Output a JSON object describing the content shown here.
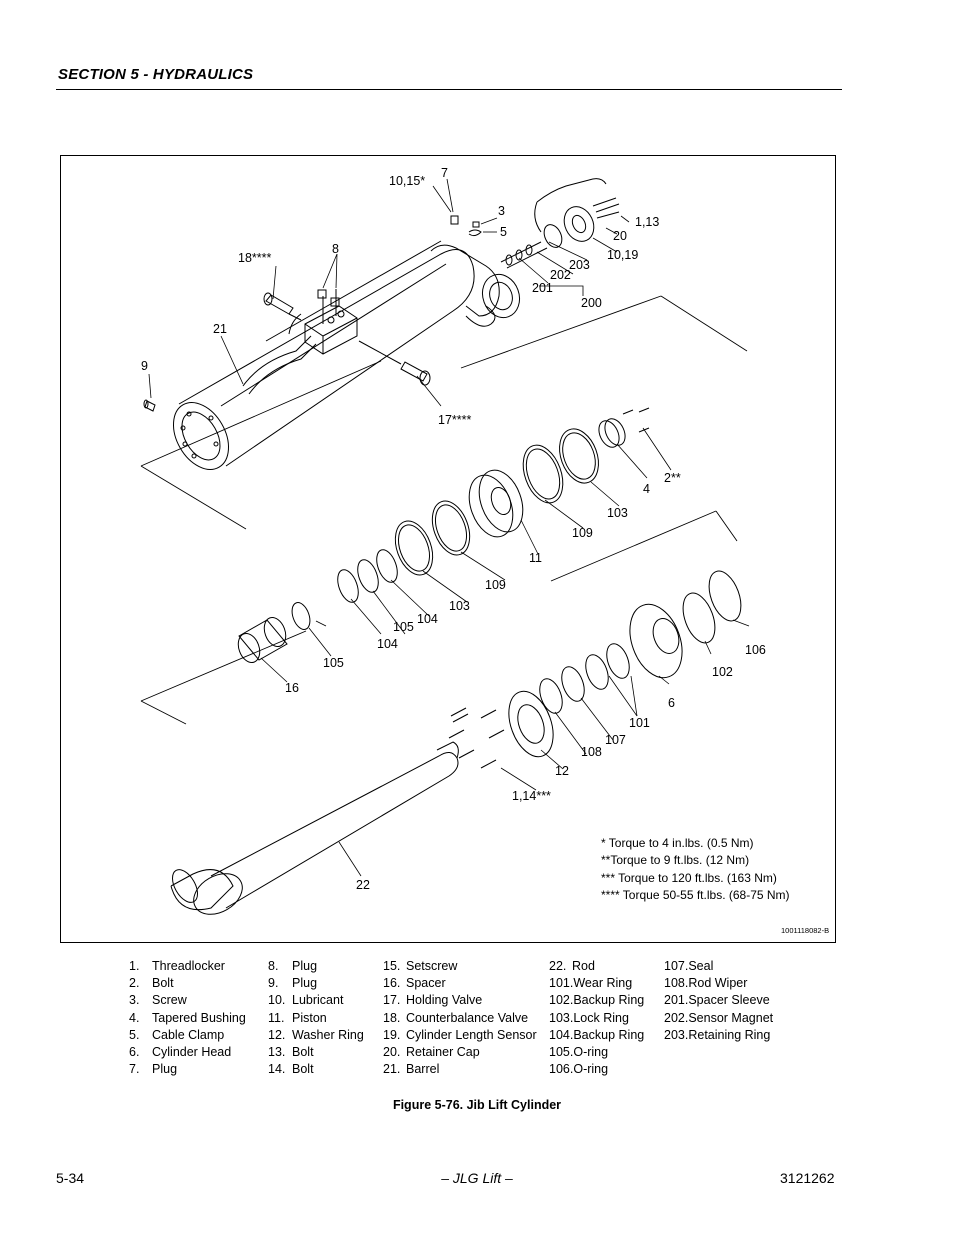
{
  "header": {
    "section_title": "SECTION 5 - HYDRAULICS"
  },
  "figure": {
    "callouts": {
      "c_10_15": "10,15*",
      "c_7": "7",
      "c_3": "3",
      "c_5": "5",
      "c_1_13": "1,13",
      "c_20": "20",
      "c_10_19": "10,19",
      "c_203": "203",
      "c_202": "202",
      "c_201": "201",
      "c_200": "200",
      "c_18": "18****",
      "c_8": "8",
      "c_21": "21",
      "c_9": "9",
      "c_17": "17****",
      "c_4": "4",
      "c_2": "2**",
      "c_103a": "103",
      "c_109a": "109",
      "c_11": "11",
      "c_109b": "109",
      "c_103b": "103",
      "c_104a": "104",
      "c_105a": "105",
      "c_104b": "104",
      "c_105b": "105",
      "c_16": "16",
      "c_106": "106",
      "c_102": "102",
      "c_6": "6",
      "c_101": "101",
      "c_107": "107",
      "c_108": "108",
      "c_12": "12",
      "c_1_14": "1,14***",
      "c_22": "22"
    },
    "notes": [
      "*  Torque to 4 in.lbs. (0.5 Nm)",
      "**Torque to 9 ft.lbs. (12 Nm)",
      "***  Torque to 120 ft.lbs. (163 Nm)",
      "****  Torque 50-55 ft.lbs. (68-75 Nm)"
    ],
    "drawing_id": "1001118082-B"
  },
  "legend": {
    "col1": [
      {
        "n": "1.",
        "t": "Threadlocker"
      },
      {
        "n": "2.",
        "t": "Bolt"
      },
      {
        "n": "3.",
        "t": "Screw"
      },
      {
        "n": "4.",
        "t": "Tapered Bushing"
      },
      {
        "n": "5.",
        "t": "Cable Clamp"
      },
      {
        "n": "6.",
        "t": "Cylinder Head"
      },
      {
        "n": "7.",
        "t": "Plug"
      }
    ],
    "col2": [
      {
        "n": "8.",
        "t": "Plug"
      },
      {
        "n": "9.",
        "t": "Plug"
      },
      {
        "n": "10.",
        "t": "Lubricant"
      },
      {
        "n": "11.",
        "t": "Piston"
      },
      {
        "n": "12.",
        "t": "Washer Ring"
      },
      {
        "n": "13.",
        "t": "Bolt"
      },
      {
        "n": "14.",
        "t": "Bolt"
      }
    ],
    "col3": [
      {
        "n": "15.",
        "t": "Setscrew"
      },
      {
        "n": "16.",
        "t": "Spacer"
      },
      {
        "n": "17.",
        "t": "Holding Valve"
      },
      {
        "n": "18.",
        "t": "Counterbalance Valve"
      },
      {
        "n": "19.",
        "t": "Cylinder Length Sensor"
      },
      {
        "n": "20.",
        "t": "Retainer Cap"
      },
      {
        "n": "21.",
        "t": "Barrel"
      }
    ],
    "col4": [
      {
        "n": "22.",
        "t": "Rod"
      },
      {
        "n": "101.",
        "t": "Wear Ring"
      },
      {
        "n": "102.",
        "t": "Backup Ring"
      },
      {
        "n": "103.",
        "t": "Lock Ring"
      },
      {
        "n": "104.",
        "t": "Backup Ring"
      },
      {
        "n": "105.",
        "t": "O-ring"
      },
      {
        "n": "106.",
        "t": "O-ring"
      }
    ],
    "col5": [
      {
        "n": "107.",
        "t": "Seal"
      },
      {
        "n": "108.",
        "t": "Rod Wiper"
      },
      {
        "n": "201.",
        "t": "Spacer Sleeve"
      },
      {
        "n": "202.",
        "t": "Sensor Magnet"
      },
      {
        "n": "203.",
        "t": "Retaining Ring"
      }
    ]
  },
  "caption": "Figure 5-76.  Jib Lift Cylinder",
  "footer": {
    "page": "5-34",
    "center": "– JLG Lift –",
    "doc_number": "3121262"
  }
}
